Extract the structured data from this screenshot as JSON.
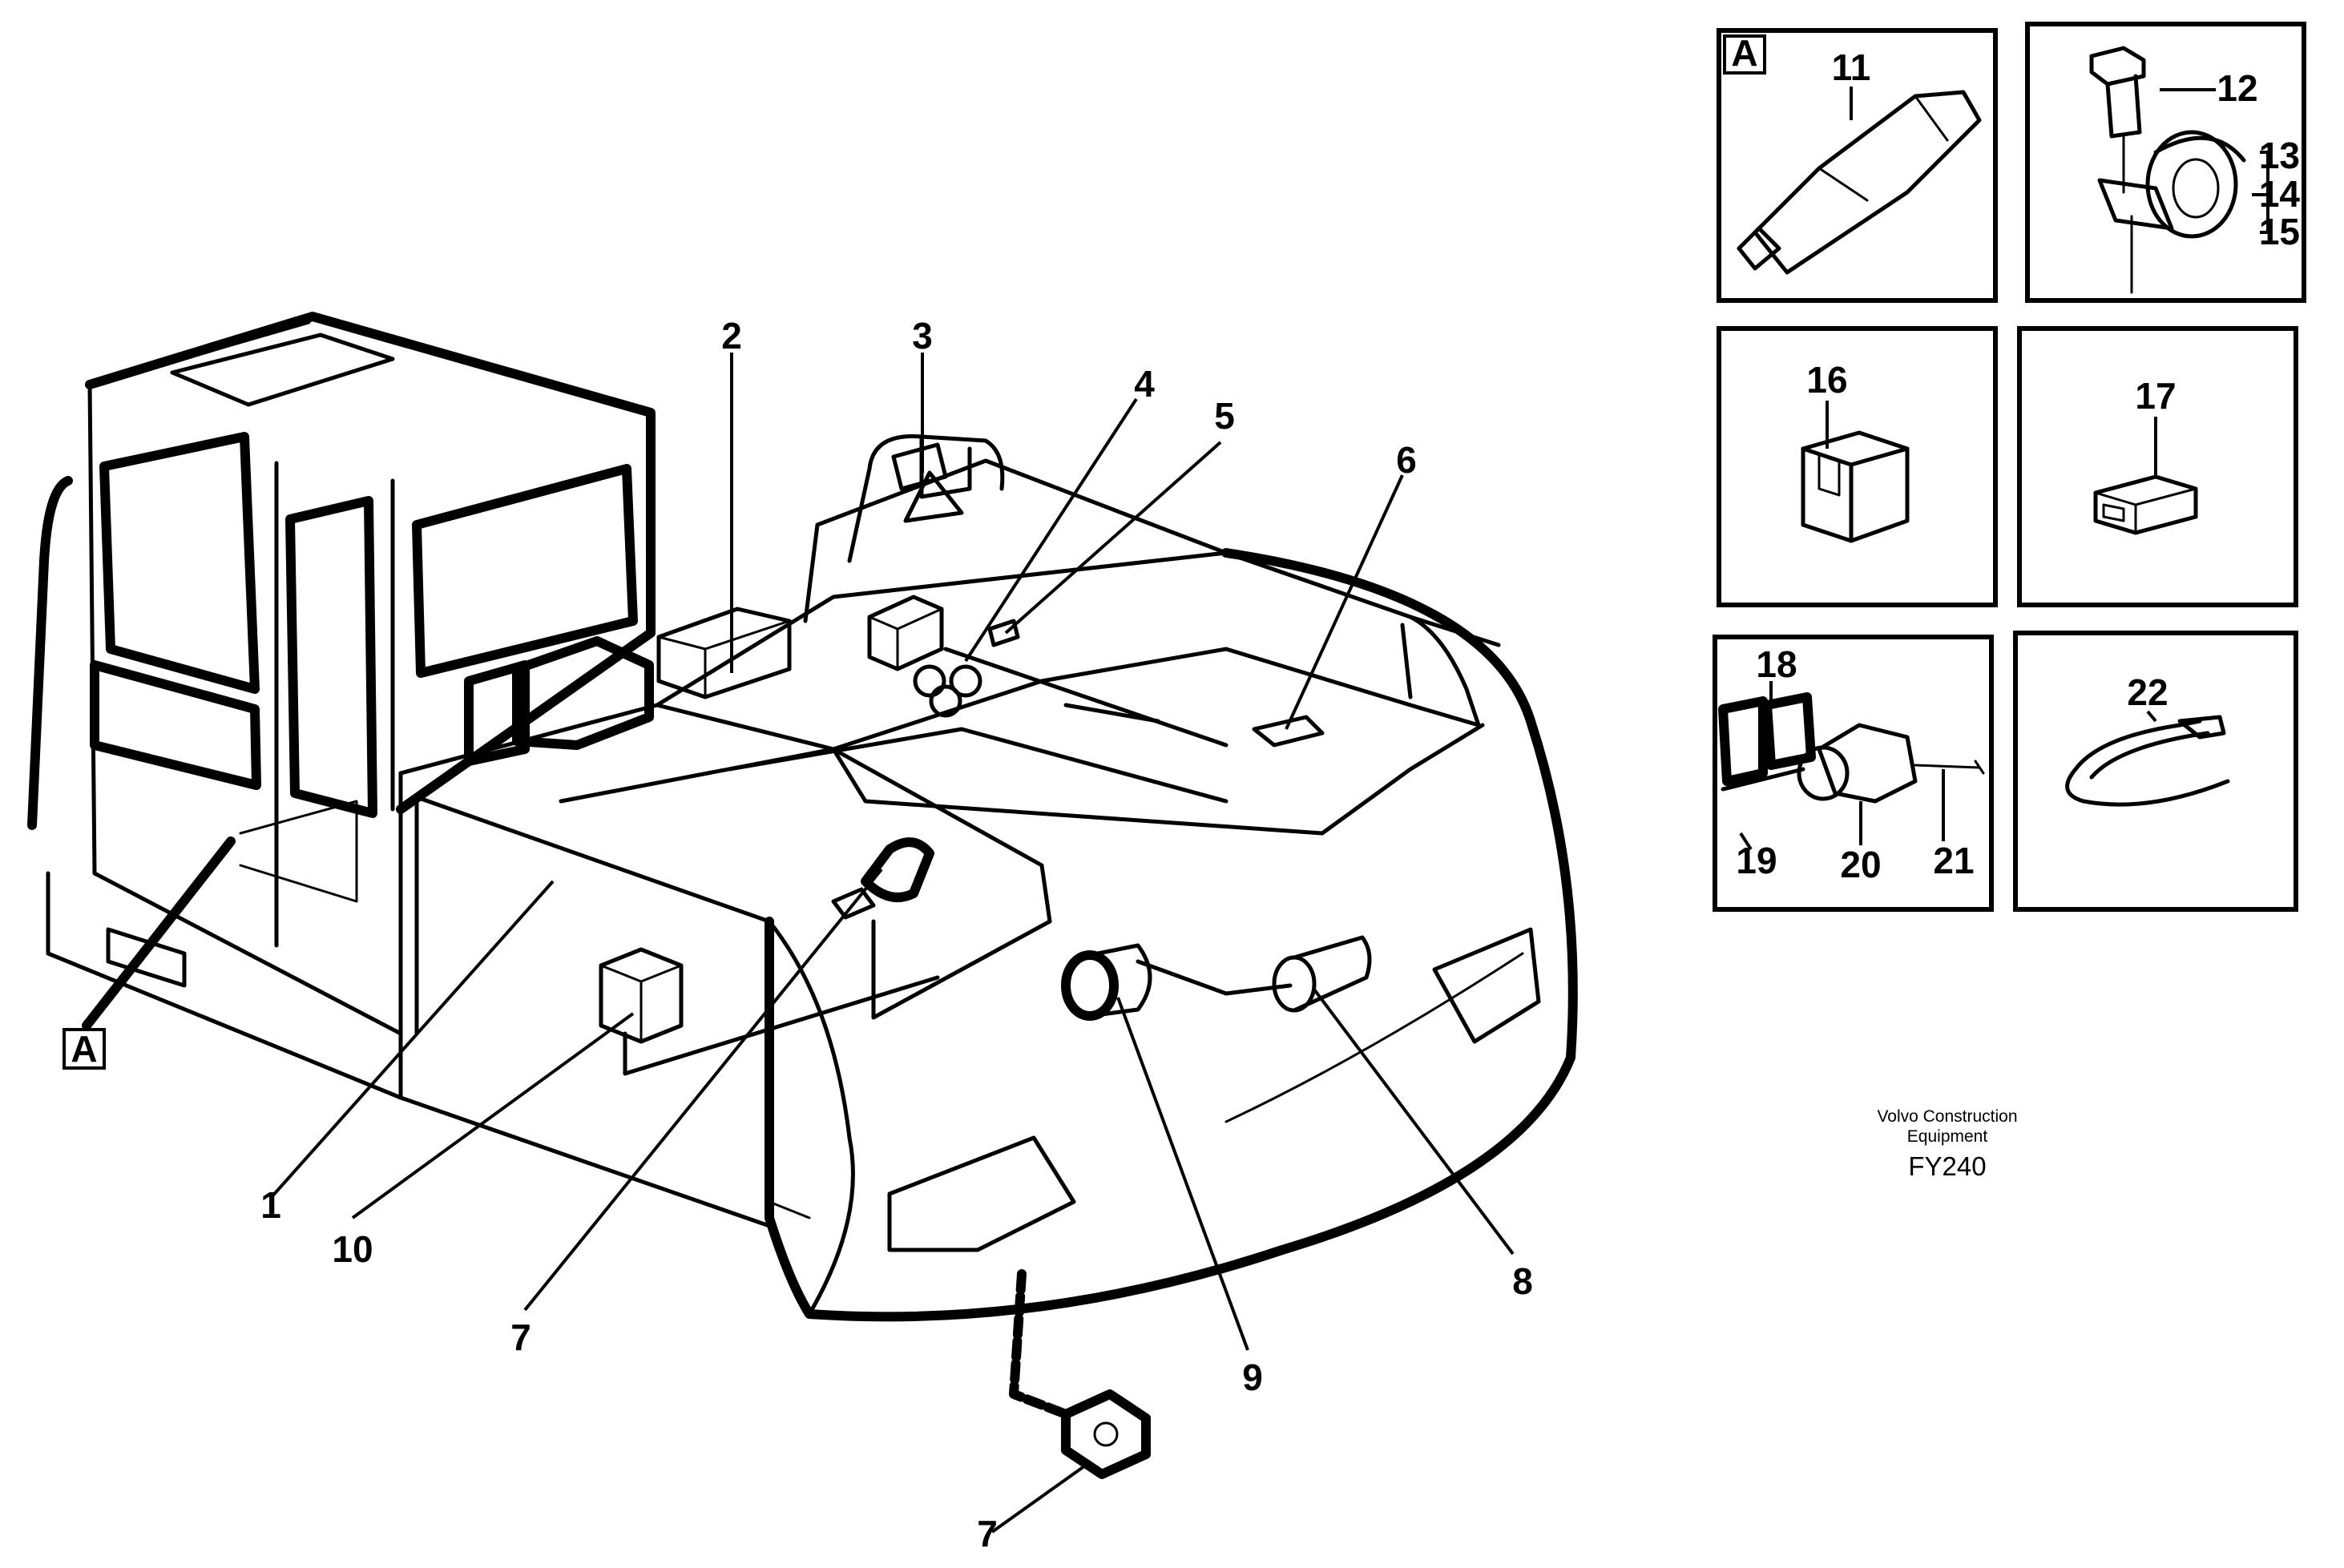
{
  "title_block": {
    "company": "Volvo Construction Equipment",
    "company_line1": "Volvo Construction",
    "company_line2": "Equipment",
    "figure_code": "FY240"
  },
  "detail_marker": "A",
  "callouts": {
    "c1": "1",
    "c2": "2",
    "c3": "3",
    "c4": "4",
    "c5": "5",
    "c6": "6",
    "c7a": "7",
    "c7b": "7",
    "c8": "8",
    "c9": "9",
    "c10": "10",
    "c11": "11",
    "c12": "12",
    "c13": "13",
    "c14": "14",
    "c15": "15",
    "c16": "16",
    "c17": "17",
    "c18": "18",
    "c19": "19",
    "c20": "20",
    "c21": "21",
    "c22": "22"
  },
  "icons": [
    "excavator-upper-structure",
    "relay",
    "connector",
    "screw",
    "bushing",
    "lamp",
    "cable-tie"
  ]
}
